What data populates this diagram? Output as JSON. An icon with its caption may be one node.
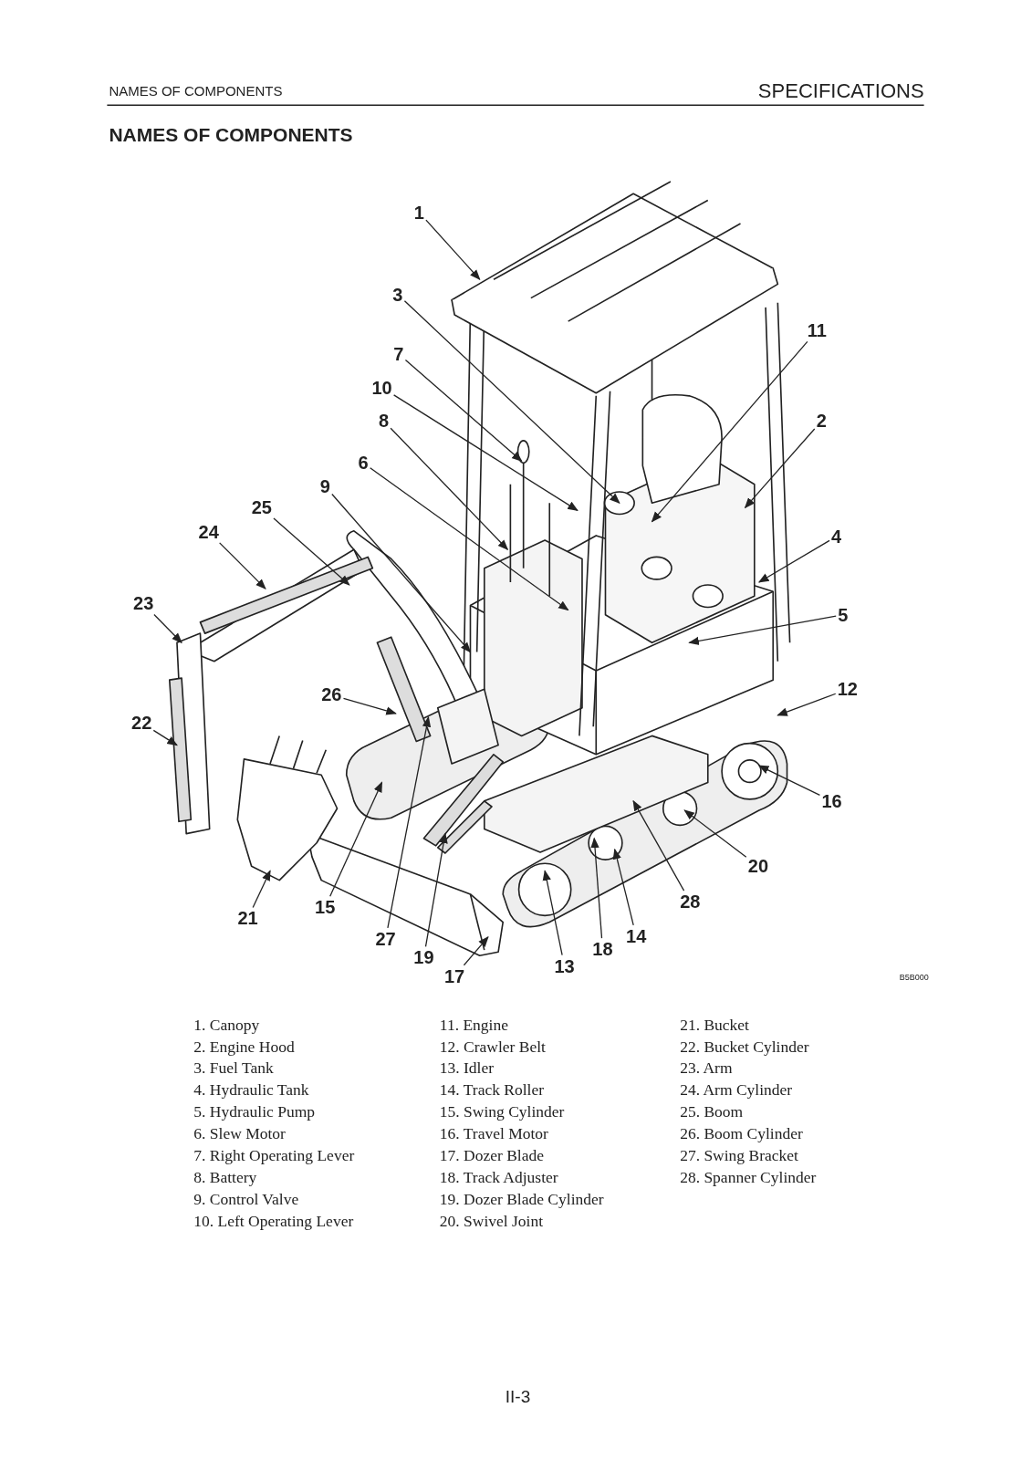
{
  "diagram": {
    "title": "NAMES OF COMPONENTS",
    "nodes": [
      {
        "text": [
          "1"
        ]
      },
      {
        "text": [
          "2"
        ]
      },
      {
        "text": [
          "3"
        ]
      },
      {
        "text": [
          "4"
        ]
      },
      {
        "text": [
          "5"
        ]
      },
      {
        "text": [
          "6"
        ]
      },
      {
        "text": [
          "7"
        ]
      },
      {
        "text": [
          "8"
        ]
      },
      {
        "text": [
          "9"
        ]
      },
      {
        "text": [
          "10"
        ]
      },
      {
        "text": [
          "11"
        ]
      },
      {
        "text": [
          "12"
        ]
      },
      {
        "text": [
          "13"
        ]
      },
      {
        "text": [
          "14"
        ]
      },
      {
        "text": [
          "15"
        ]
      },
      {
        "text": [
          "16"
        ]
      },
      {
        "text": [
          "17"
        ]
      },
      {
        "text": [
          "18"
        ]
      },
      {
        "text": [
          "19"
        ]
      },
      {
        "text": [
          "20"
        ]
      },
      {
        "text": [
          "21"
        ]
      },
      {
        "text": [
          "22"
        ]
      },
      {
        "text": [
          "23"
        ]
      },
      {
        "text": [
          "24"
        ]
      },
      {
        "text": [
          "25"
        ]
      },
      {
        "text": [
          "26"
        ]
      },
      {
        "text": [
          "27"
        ]
      },
      {
        "text": [
          "28"
        ]
      }
    ],
    "edges": [
      {
        "from": 0,
        "to": null,
        "arrow": "to"
      },
      {
        "from": 1,
        "to": null,
        "arrow": "to"
      },
      {
        "from": 2,
        "to": null,
        "arrow": "to"
      },
      {
        "from": 3,
        "to": null,
        "arrow": "to"
      },
      {
        "from": 4,
        "to": null,
        "arrow": "to"
      },
      {
        "from": 5,
        "to": null,
        "arrow": "to"
      },
      {
        "from": 6,
        "to": null,
        "arrow": "to"
      },
      {
        "from": 7,
        "to": null,
        "arrow": "to"
      },
      {
        "from": 8,
        "to": null,
        "arrow": "to"
      },
      {
        "from": 9,
        "to": null,
        "arrow": "to"
      },
      {
        "from": 10,
        "to": null,
        "arrow": "to"
      },
      {
        "from": 11,
        "to": null,
        "arrow": "to"
      },
      {
        "from": 12,
        "to": null,
        "arrow": "to"
      },
      {
        "from": 13,
        "to": null,
        "arrow": "to"
      },
      {
        "from": 14,
        "to": null,
        "arrow": "to"
      },
      {
        "from": 15,
        "to": null,
        "arrow": "to"
      },
      {
        "from": 16,
        "to": null,
        "arrow": "to"
      },
      {
        "from": 17,
        "to": null,
        "arrow": "to"
      },
      {
        "from": 18,
        "to": null,
        "arrow": "to"
      },
      {
        "from": 19,
        "to": null,
        "arrow": "to"
      },
      {
        "from": 20,
        "to": null,
        "arrow": "to"
      },
      {
        "from": 21,
        "to": null,
        "arrow": "to"
      },
      {
        "from": 22,
        "to": null,
        "arrow": "to"
      },
      {
        "from": 23,
        "to": null,
        "arrow": "to"
      },
      {
        "from": 24,
        "to": null,
        "arrow": "to"
      },
      {
        "from": 25,
        "to": null,
        "arrow": "to"
      },
      {
        "from": 26,
        "to": null,
        "arrow": "to"
      },
      {
        "from": 27,
        "to": null,
        "arrow": "to"
      }
    ],
    "labels": [
      "NAMES OF COMPONENTS",
      "SPECIFICATIONS",
      "B5B000",
      "1. Canopy",
      "2. Engine Hood",
      "3. Fuel Tank",
      "4. Hydraulic Tank",
      "5. Hydraulic Pump",
      "6. Slew Motor",
      "7. Right Operating Lever",
      "8. Battery",
      "9. Control Valve",
      "10. Left Operating Lever",
      "11. Engine",
      "12. Crawler Belt",
      "13. Idler",
      "14. Track Roller",
      "15. Swing Cylinder",
      "16. Travel Motor",
      "17. Dozer Blade",
      "18. Track Adjuster",
      "19. Dozer Blade Cylinder",
      "20. Swivel Joint",
      "21. Bucket",
      "22. Bucket Cylinder",
      "23. Arm",
      "24. Arm Cylinder",
      "25. Boom",
      "26. Boom Cylinder",
      "27. Swing Bracket",
      "28. Spanner Cylinder",
      "II-3"
    ]
  }
}
